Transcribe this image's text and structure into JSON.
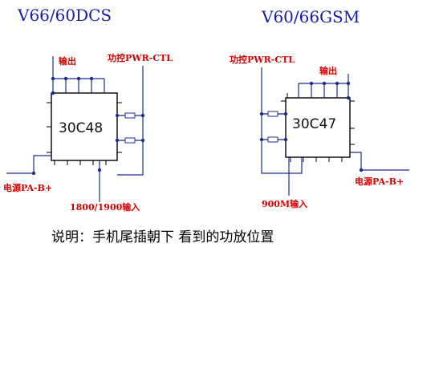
{
  "left": {
    "title": "V66/60DCS",
    "chip": "30C48",
    "output_label": "输出",
    "pwr_label": "功控PWR-CTL",
    "power_label": "电源PA-B+",
    "input_label": "1800/1900输入"
  },
  "right": {
    "title": "V60/66GSM",
    "chip": "30C47",
    "output_label": "输出",
    "pwr_label": "功控PWR-CTL",
    "power_label": "电源PA-B+",
    "input_label": "900M输入"
  },
  "caption": "说明：手机尾插朝下  看到的功放位置",
  "colors": {
    "title": "#1a1aa6",
    "label": "#d40000",
    "wire": "#1c2b8f"
  }
}
